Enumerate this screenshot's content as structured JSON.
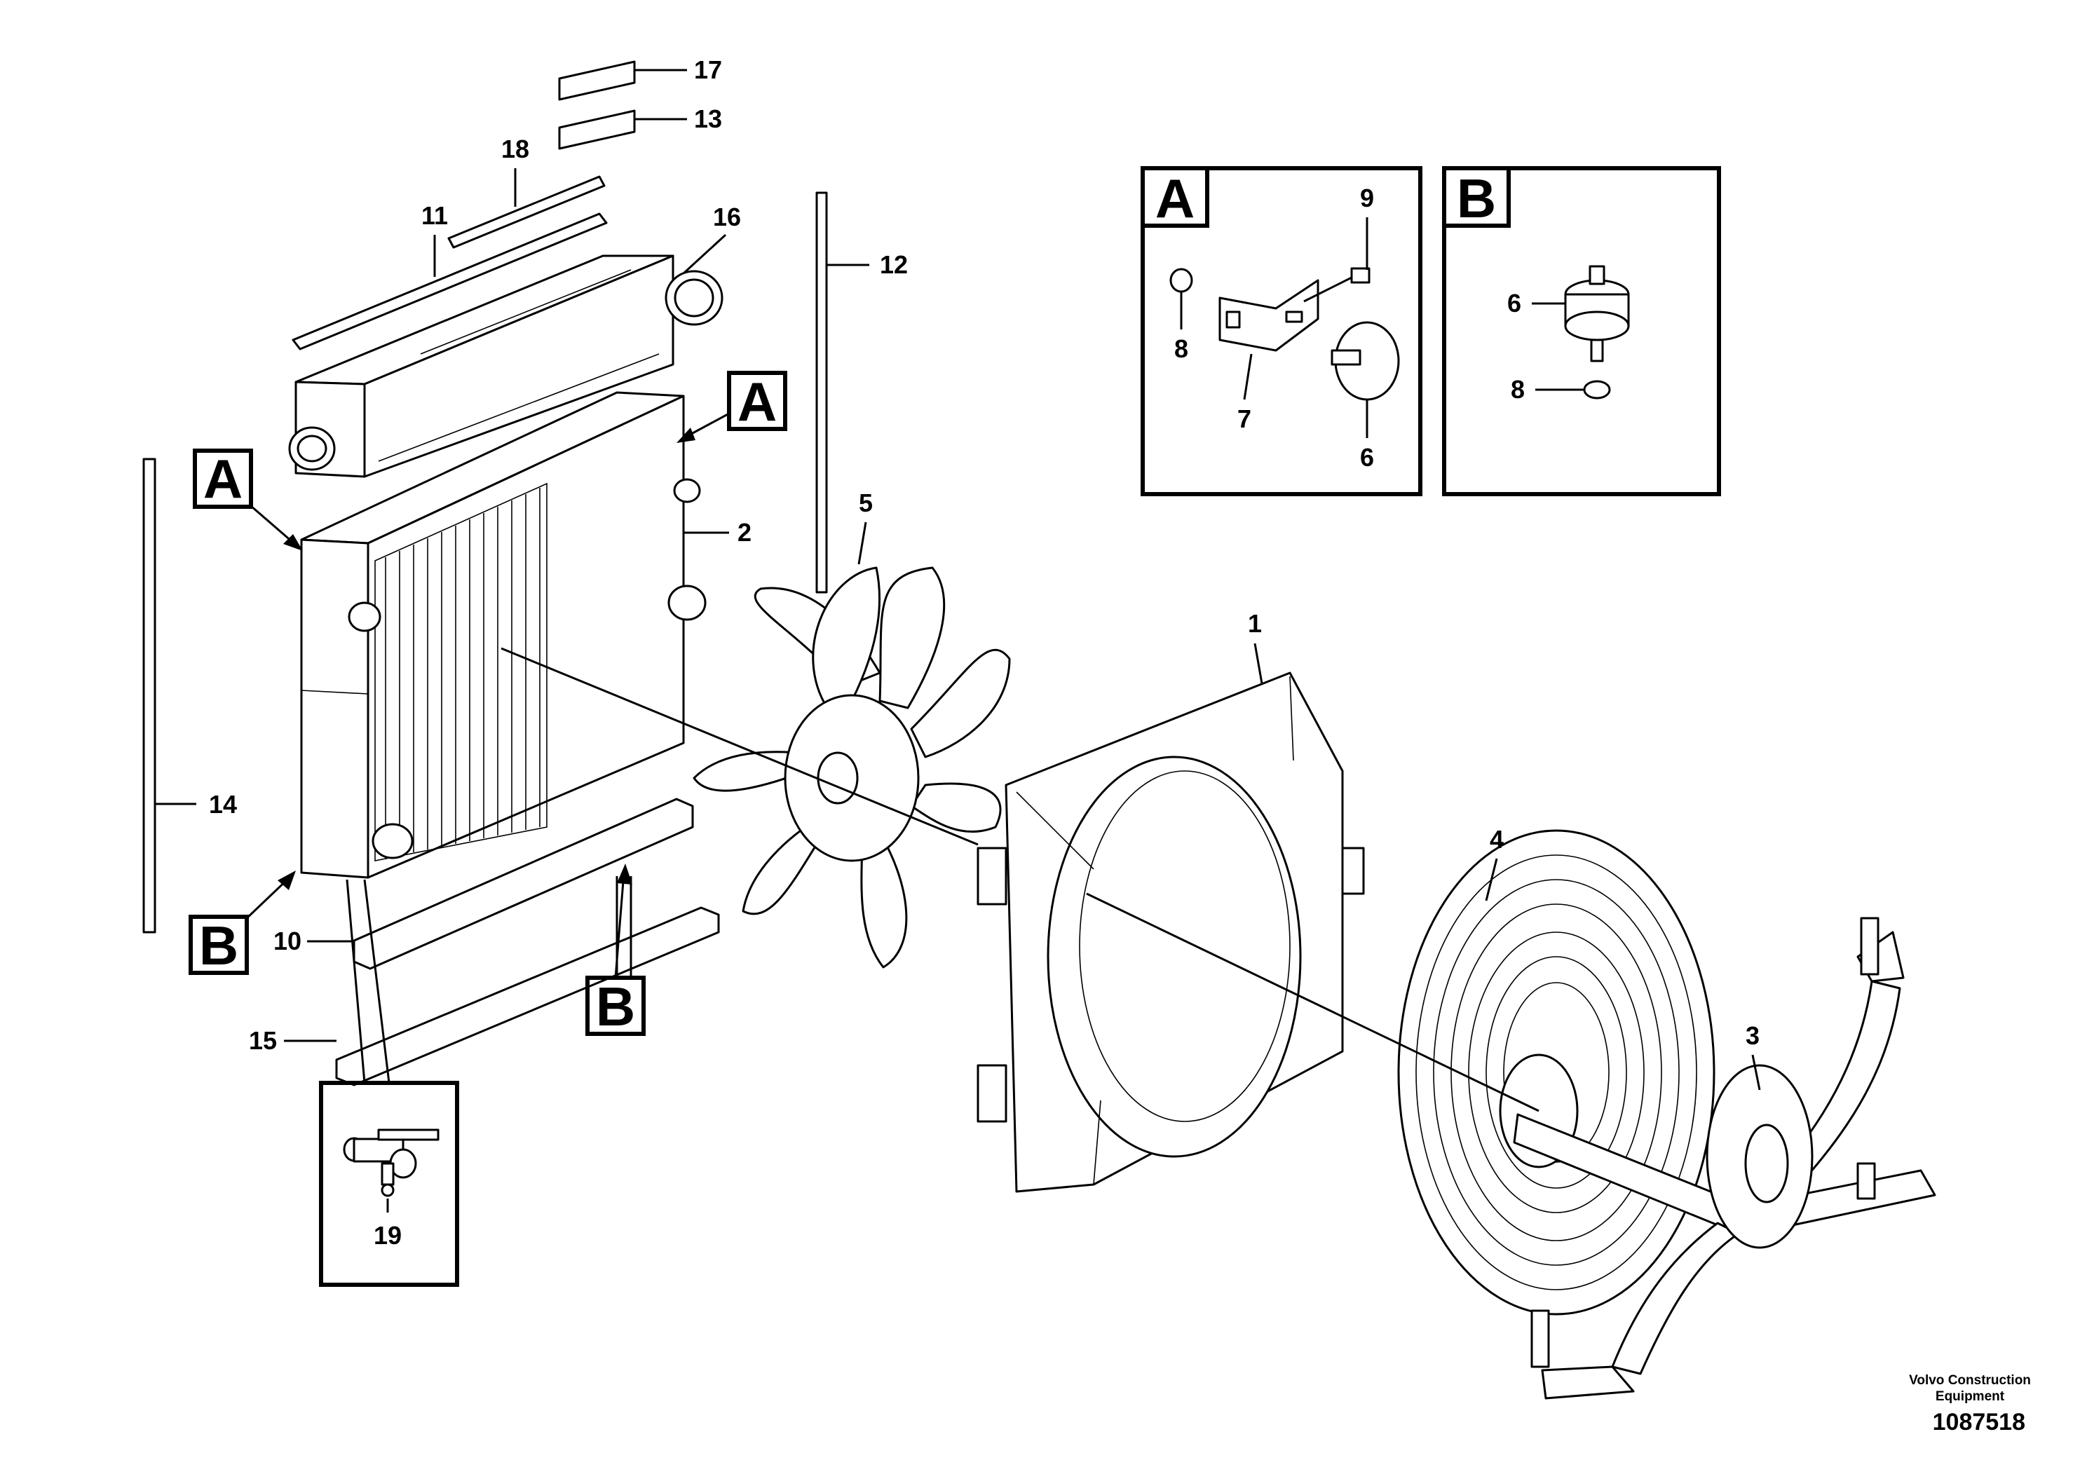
{
  "callouts": [
    "1",
    "2",
    "3",
    "4",
    "5",
    "6",
    "6",
    "7",
    "8",
    "8",
    "9",
    "10",
    "11",
    "12",
    "13",
    "14",
    "15",
    "16",
    "17",
    "18",
    "19"
  ],
  "view_labels": {
    "a": "A",
    "b": "B"
  },
  "footer": {
    "company": "Volvo Construction Equipment",
    "document_number": "1087518"
  }
}
